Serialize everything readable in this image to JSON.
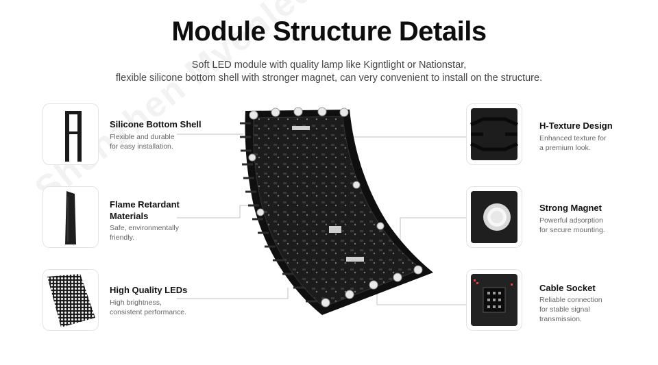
{
  "header": {
    "title": "Module Structure Details",
    "subtitle_line1": "Soft LED module with quality lamp like Kigntlight or Nationstar,",
    "subtitle_line2": "flexible silicone bottom shell with stronger magnet, can very convenient to install on the structure."
  },
  "watermark": "Shenzhen Mvenled",
  "features_left": [
    {
      "title": "Silicone Bottom Shell",
      "desc_line1": "Flexible and durable",
      "desc_line2": "for easy installation."
    },
    {
      "title_line1": "Flame Retardant",
      "title_line2": "Materials",
      "desc_line1": "Safe, environmentally",
      "desc_line2": "friendly."
    },
    {
      "title": "High Quality LEDs",
      "desc_line1": "High brightness,",
      "desc_line2": "consistent performance."
    }
  ],
  "features_right": [
    {
      "title": "H-Texture Design",
      "desc_line1": "Enhanced texture for",
      "desc_line2": "a premium look."
    },
    {
      "title": "Strong Magnet",
      "desc_line1": "Powerful adsorption",
      "desc_line2": "for secure mounting."
    },
    {
      "title": "Cable Socket",
      "desc_line1": "Reliable connection",
      "desc_line2": "for stable signal",
      "desc_line3": "transmission."
    }
  ],
  "colors": {
    "panel": "#1b1b1b",
    "accent_line": "#bdbdbd",
    "led": "#f1f1f1"
  }
}
